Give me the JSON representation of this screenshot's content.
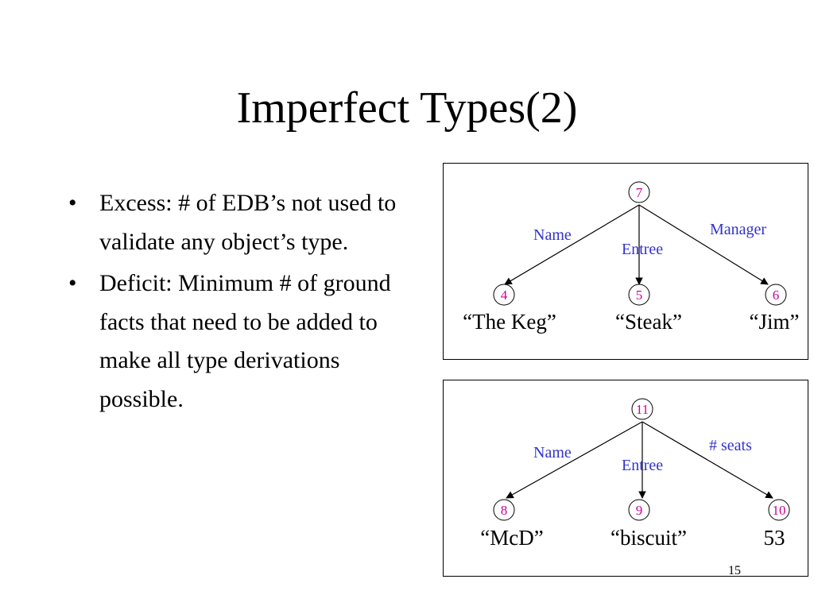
{
  "slide": {
    "title": "Imperfect Types(2)",
    "page_number": "15"
  },
  "bullets": [
    {
      "mark": "•",
      "text": "Excess:  # of EDB’s not used to validate any object’s type."
    },
    {
      "mark": "•",
      "text": "Deficit:  Minimum # of ground facts that need to be added to make all type derivations possible."
    }
  ],
  "colors": {
    "node_text": "#cc0099",
    "edge_label": "#3333cc",
    "border": "#000000"
  },
  "diagrams": [
    {
      "root": "7",
      "children": [
        {
          "node": "4",
          "edge_label": "Name",
          "value": "“The Keg”"
        },
        {
          "node": "5",
          "edge_label": "Entree",
          "value": "“Steak”"
        },
        {
          "node": "6",
          "edge_label": "Manager",
          "value": "“Jim”"
        }
      ]
    },
    {
      "root": "11",
      "children": [
        {
          "node": "8",
          "edge_label": "Name",
          "value": "“McD”"
        },
        {
          "node": "9",
          "edge_label": "Entree",
          "value": "“biscuit”"
        },
        {
          "node": "10",
          "edge_label": "# seats",
          "value": "53"
        }
      ]
    }
  ]
}
